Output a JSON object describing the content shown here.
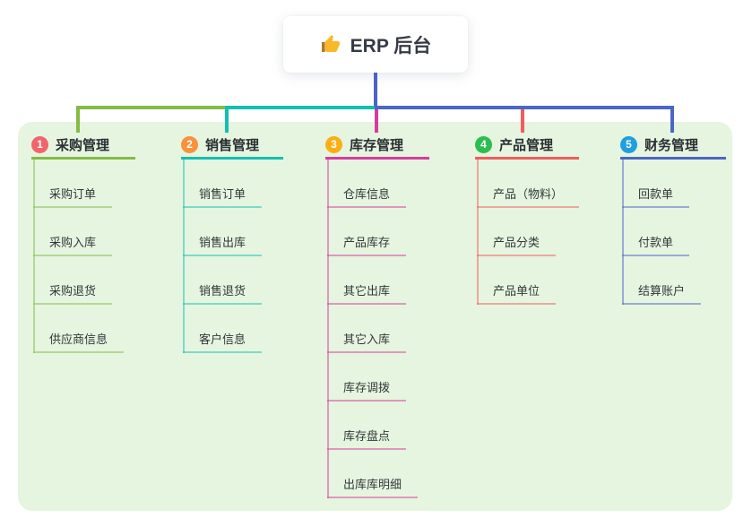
{
  "root": {
    "icon": "thumbs-up-icon",
    "label": "ERP 后台"
  },
  "canvas": {
    "panel_bg": "#e5f5df",
    "stem_color": "#4a63c8",
    "card_bg": "#ffffff",
    "icon_color": "#f7b928"
  },
  "branches": [
    {
      "index": "1",
      "label": "采购管理",
      "badge_color": "#f2646c",
      "line_color": "#84bb47",
      "children": [
        "采购订单",
        "采购入库",
        "采购退货",
        "供应商信息"
      ]
    },
    {
      "index": "2",
      "label": "销售管理",
      "badge_color": "#f8923c",
      "line_color": "#13bfb1",
      "children": [
        "销售订单",
        "销售出库",
        "销售退货",
        "客户信息"
      ]
    },
    {
      "index": "3",
      "label": "库存管理",
      "badge_color": "#fbaf17",
      "line_color": "#d83b9d",
      "children": [
        "仓库信息",
        "产品库存",
        "其它出库",
        "其它入库",
        "库存调拨",
        "库存盘点",
        "出库库明细"
      ]
    },
    {
      "index": "4",
      "label": "产品管理",
      "badge_color": "#2ebd51",
      "line_color": "#f25c5c",
      "children": [
        "产品（物料）",
        "产品分类",
        "产品单位"
      ]
    },
    {
      "index": "5",
      "label": "财务管理",
      "badge_color": "#1f9fdf",
      "line_color": "#4b66c6",
      "children": [
        "回款单",
        "付款单",
        "结算账户"
      ]
    }
  ]
}
